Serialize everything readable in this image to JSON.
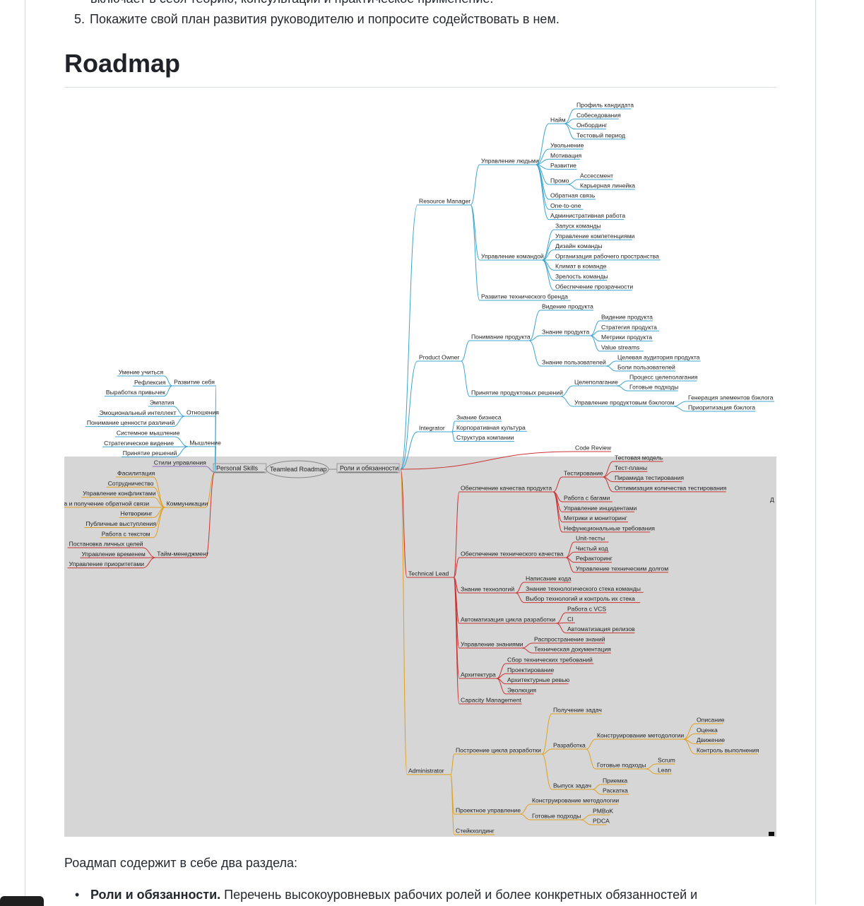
{
  "article": {
    "prev_text": "включает в себя теорию, консультации и практическое применение.",
    "list_item_5": {
      "number": "5.",
      "text": "Покажите свой план развития руководителю и попросите содействовать в нем."
    },
    "heading": "Roadmap",
    "paragraph": "Роадмап содержит в себе два раздела:",
    "bullet_bold": "Роли и обязанности.",
    "bullet_text": " Перечень высокоуровневых рабочих ролей и более конкретных обязанностей и"
  },
  "mindmap": {
    "root": "Teamlead Roadmap",
    "right_branch": "Роли и обязанности",
    "left_branch": "Personal Skills",
    "cut_label": "Д",
    "colors": {
      "blue": "#3ba4cf",
      "red": "#cc3333",
      "orange": "#e0a020",
      "purple": "#8a6ec0",
      "highlight": "#d6d6d6"
    },
    "resource_manager": {
      "label": "Resource Manager",
      "people": "Управление людьми",
      "hiring": "Найм",
      "hiring_items": [
        "Профиль кандидата",
        "Собеседования",
        "Онбординг",
        "Тестовый период"
      ],
      "people_items": [
        "Увольнение",
        "Мотивация",
        "Развитие"
      ],
      "promo": "Промо",
      "promo_items": [
        "Ассессмент",
        "Карьерная линейка"
      ],
      "people_items2": [
        "Обратная связь",
        "One-to-one",
        "Административная работа"
      ],
      "team": "Управление командой",
      "team_items": [
        "Запуск команды",
        "Управление компетенциями",
        "Дизайн команды",
        "Организация рабочего пространства",
        "Климат в команде",
        "Зрелость команды",
        "Обеспечение прозрачности"
      ],
      "brand": "Развитие технического бренда"
    },
    "product_owner": {
      "label": "Product Owner",
      "understanding": "Понимание продукта",
      "vision": "Видение продукта",
      "knowledge": "Знание продукта",
      "knowledge_items": [
        "Видение продукта",
        "Стратегия продукта",
        "Метрики продукта",
        "Value streams"
      ],
      "users": "Знание пользователей",
      "users_items": [
        "Целевая аудитория продукта",
        "Боли пользователей"
      ],
      "decisions": "Принятие продуктовых решений",
      "goals": "Целеполагание",
      "goals_items": [
        "Процесс целеполагания",
        "Готовые подходы"
      ],
      "backlog": "Управление продуктовым бэклогом",
      "backlog_items": [
        "Генерация элементов бэклога",
        "Приоритизация бэклога"
      ]
    },
    "integrator": {
      "label": "Integrator",
      "items": [
        "Знание бизнеса",
        "Корпоративная культура",
        "Структура компании"
      ]
    },
    "tech_lead": {
      "label": "Technical Lead",
      "code_review": "Code Review",
      "quality": "Обеспечение качества продукта",
      "testing": "Тестирование",
      "testing_items": [
        "Тестовая модель",
        "Тест-планы",
        "Пирамида тестирования",
        "Оптимизация количества тестирования"
      ],
      "quality_items": [
        "Работа с багами",
        "Управление инцидентами",
        "Метрики и мониторинг",
        "Нефункциональные требования"
      ],
      "tech_quality": "Обеспечение технического качества",
      "tech_quality_items": [
        "Unit-тесты",
        "Чистый код",
        "Рефакторинг",
        "Управление техническим долгом"
      ],
      "tech_knowledge": "Знание технологий",
      "tech_knowledge_items": [
        "Написание кода",
        "Знание технологического стека команды",
        "Выбор технологий и контроль их стека"
      ],
      "automation": "Автоматизация цикла разработки",
      "automation_items": [
        "Работа с VCS",
        "CI",
        "Автоматизация релизов"
      ],
      "knowledge_mgmt": "Управление знаниями",
      "knowledge_mgmt_items": [
        "Распространение знаний",
        "Техническая документация"
      ],
      "architecture": "Архитектура",
      "architecture_items": [
        "Сбор технических требований",
        "Проектирование",
        "Архитектурные ревью",
        "Эволюция"
      ],
      "capacity": "Capacity Management"
    },
    "administrator": {
      "label": "Administrator",
      "dev_cycle": "Построение цикла разработки",
      "get_tasks": "Получение задач",
      "development": "Разработка",
      "methodology": "Конструирование методологии",
      "methodology_items": [
        "Описание",
        "Оценка",
        "Движение",
        "Контроль выполнения"
      ],
      "ready": "Готовые подходы",
      "ready_items": [
        "Scrum",
        "Lean"
      ],
      "release": "Выпуск задач",
      "release_items": [
        "Приемка",
        "Раскатка"
      ],
      "project": "Проектное управление",
      "project_method": "Конструирование методологии",
      "project_ready": "Готовые подходы",
      "project_ready_items": [
        "PMBoK",
        "PDCA"
      ],
      "stakeholding": "Стейкхолдинг"
    },
    "personal": {
      "self": "Развитие себя",
      "self_items": [
        "Умение учиться",
        "Рефлексия",
        "Выработка привычек"
      ],
      "relations": "Отношения",
      "relations_items": [
        "Эмпатия",
        "Эмоциональный интеллект",
        "Понимание ценности различий"
      ],
      "thinking": "Мышление",
      "thinking_items": [
        "Системное мышление",
        "Стратегическое видение",
        "Принятие решений"
      ],
      "styles": "Стили управления",
      "comm": "Коммуникации",
      "comm_items": [
        "Фасилитация",
        "Сотрудничество",
        "Управление конфликтами",
        "а и получение обратной связи",
        "Нетворкинг",
        "Публичные выступления",
        "Работа с текстом"
      ],
      "time": "Тайм-менеджмент",
      "time_items": [
        "Постановка личных целей",
        "Управление временем",
        "Управление приоритетами"
      ]
    }
  }
}
